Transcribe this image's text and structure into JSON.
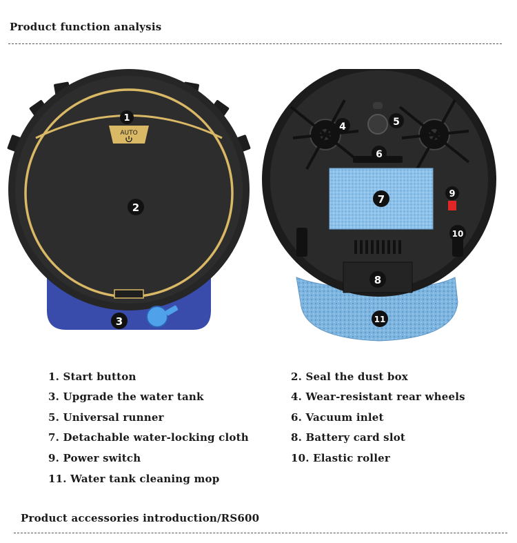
{
  "page": {
    "title": "Product function analysis",
    "footer_title": "Product accessories introduction/RS600"
  },
  "robot_top": {
    "auto_label": "AUTO",
    "callouts": [
      "1",
      "2",
      "3"
    ]
  },
  "robot_bottom": {
    "callouts": [
      "4",
      "5",
      "6",
      "7",
      "9",
      "10",
      "8",
      "11"
    ]
  },
  "colors": {
    "body": "#2b2b2b",
    "gold_ring": "#d9b866",
    "blue_base": "#3d4fae",
    "mop_blue": "#7db3df",
    "power_red": "#e22525"
  },
  "features": [
    "1. Start button",
    "2. Seal the dust box",
    "3. Upgrade the water tank",
    "4. Wear-resistant rear wheels",
    "5. Universal runner",
    "6. Vacuum inlet",
    "7. Detachable water-locking cloth",
    "8. Battery card slot",
    "9. Power switch",
    "10. Elastic roller",
    "11. Water tank cleaning mop"
  ]
}
